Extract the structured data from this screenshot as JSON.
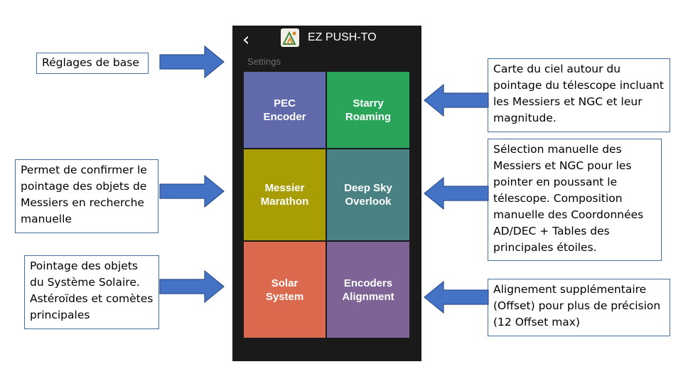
{
  "app": {
    "title": "EZ PUSH-TO",
    "back_glyph": "‹",
    "section_label": "Settings"
  },
  "tiles": [
    {
      "label": "PEC\nEncoder",
      "color": "#6069a9"
    },
    {
      "label": "Starry\nRoaming",
      "color": "#29a55a"
    },
    {
      "label": "Messier\nMarathon",
      "color": "#a99d05"
    },
    {
      "label": "Deep Sky\nOverlook",
      "color": "#4a8284"
    },
    {
      "label": "Solar\nSystem",
      "color": "#db694d"
    },
    {
      "label": "Encoders\nAlignment",
      "color": "#7e6397"
    }
  ],
  "annotations": {
    "base_settings": "Réglages de base",
    "sky_map": "Carte du ciel autour du pointage du télescope incluant les Messiers et NGC et leur magnitude.",
    "messier": "Permet de confirmer le pointage des objets de Messiers en recherche manuelle",
    "deep_sky": "Sélection manuelle des Messiers et NGC pour les pointer en poussant le télescope. Composition manuelle des Coordonnées AD/DEC + Tables des principales étoiles.",
    "solar": "Pointage des objets du Système Solaire. Astéroïdes et comètes principales",
    "alignment": "Alignement supplémentaire (Offset) pour plus de précision (12 Offset max)"
  },
  "colors": {
    "arrow": "#4472c4",
    "arrow_border": "#2f528f",
    "phone_bg": "#1a1a1a"
  }
}
